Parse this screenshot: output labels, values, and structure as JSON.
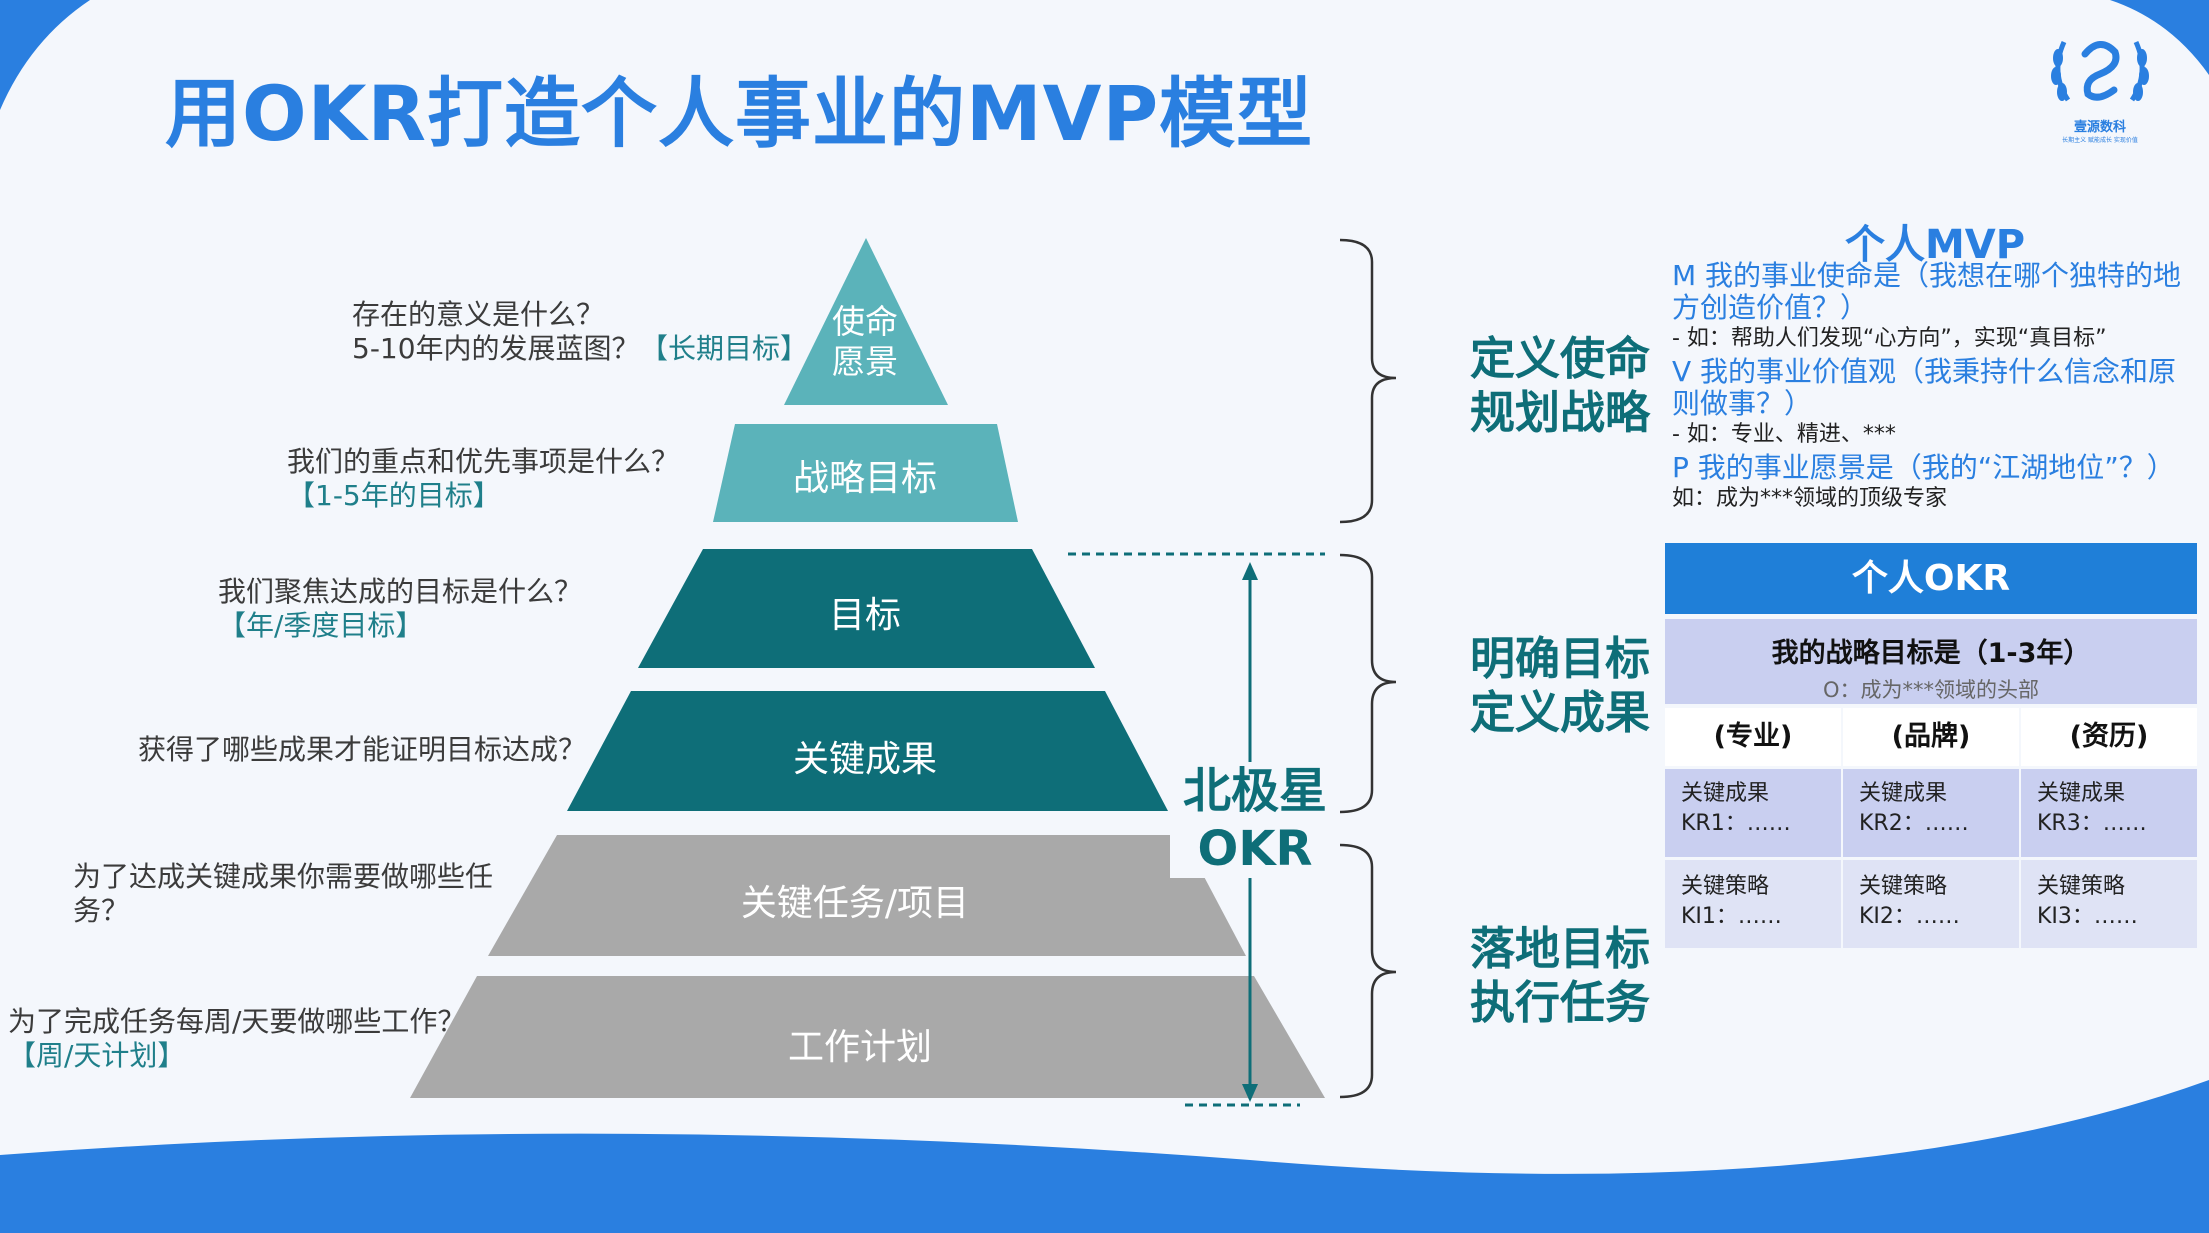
{
  "title": "用OKR打造个人事业的MVP模型",
  "logo": {
    "text": "壹源数科",
    "tagline": "长期主义  赋能成长  实现价值"
  },
  "pyramid": {
    "levels": [
      "使命\n愿景",
      "战略目标",
      "目标",
      "关键成果",
      "关键任务/项目",
      "工作计划"
    ],
    "questions": [
      {
        "text": "存在的意义是什么？\n5-10年内的发展蓝图？",
        "tag": "【长期目标】"
      },
      {
        "text": "我们的重点和优先事项是什么？",
        "tag": "【1-5年的目标】"
      },
      {
        "text": "我们聚焦达成的目标是什么？",
        "tag": "【年/季度目标】"
      },
      {
        "text": "获得了哪些成果才能证明目标达成？",
        "tag": ""
      },
      {
        "text": "为了达成关键成果你需要做哪些任\n务？",
        "tag": ""
      },
      {
        "text": "为了完成任务每周/天要做哪些工作？",
        "tag": "【周/天计划】"
      }
    ],
    "north_star": "北极星\nOKR"
  },
  "brackets": [
    "定义使命\n规划战略",
    "明确目标\n定义成果",
    "落地目标\n执行任务"
  ],
  "mvp": {
    "title": "个人MVP",
    "m": "M 我的事业使命是（我想在哪个独特的地方创造价值？）",
    "m_ex": "-   如：帮助人们发现“心方向”，实现“真目标”",
    "v": "V 我的事业价值观（我秉持什么信念和原则做事？）",
    "v_ex": "-   如：专业、精进、***",
    "p": "P 我的事业愿景是（我的“江湖地位”？）",
    "p_ex": "如：成为***领域的顶级专家"
  },
  "okr": {
    "title": "个人OKR",
    "goal": "我的战略目标是（1-3年）",
    "goal_sub": "O：成为***领域的头部",
    "columns": [
      "(专业)",
      "(品牌)",
      "(资历)"
    ],
    "kr": [
      {
        "label": "关键成果",
        "value": "KR1：……"
      },
      {
        "label": "关键成果",
        "value": "KR2：……"
      },
      {
        "label": "关键成果",
        "value": "KR3：……"
      }
    ],
    "ki": [
      {
        "label": "关键策略",
        "value": "KI1：……"
      },
      {
        "label": "关键策略",
        "value": "KI2：……"
      },
      {
        "label": "关键策略",
        "value": "KI3：……"
      }
    ]
  },
  "colors": {
    "accent": "#2a7fe0",
    "teal_light": "#5bb3ba",
    "teal_dark": "#0e6e78",
    "gray": "#a9a9a9"
  }
}
